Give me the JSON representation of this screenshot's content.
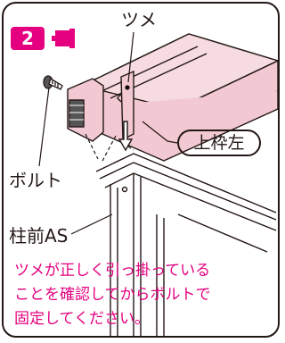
{
  "step": {
    "number": "2"
  },
  "icons": {
    "camera": "camera-icon",
    "screw": "screw-icon"
  },
  "colors": {
    "accent": "#e4007f",
    "frame_pink": "#f2c9d2",
    "line": "#231815"
  },
  "labels": {
    "tsume": "ツメ",
    "bolt": "ボルト",
    "hashira": "柱前AS",
    "upper_frame": "上枠左"
  },
  "note": {
    "lines": [
      "ツメが正しく引っ掛っている",
      "ことを確認してからボルトで",
      "固定してください。"
    ]
  }
}
